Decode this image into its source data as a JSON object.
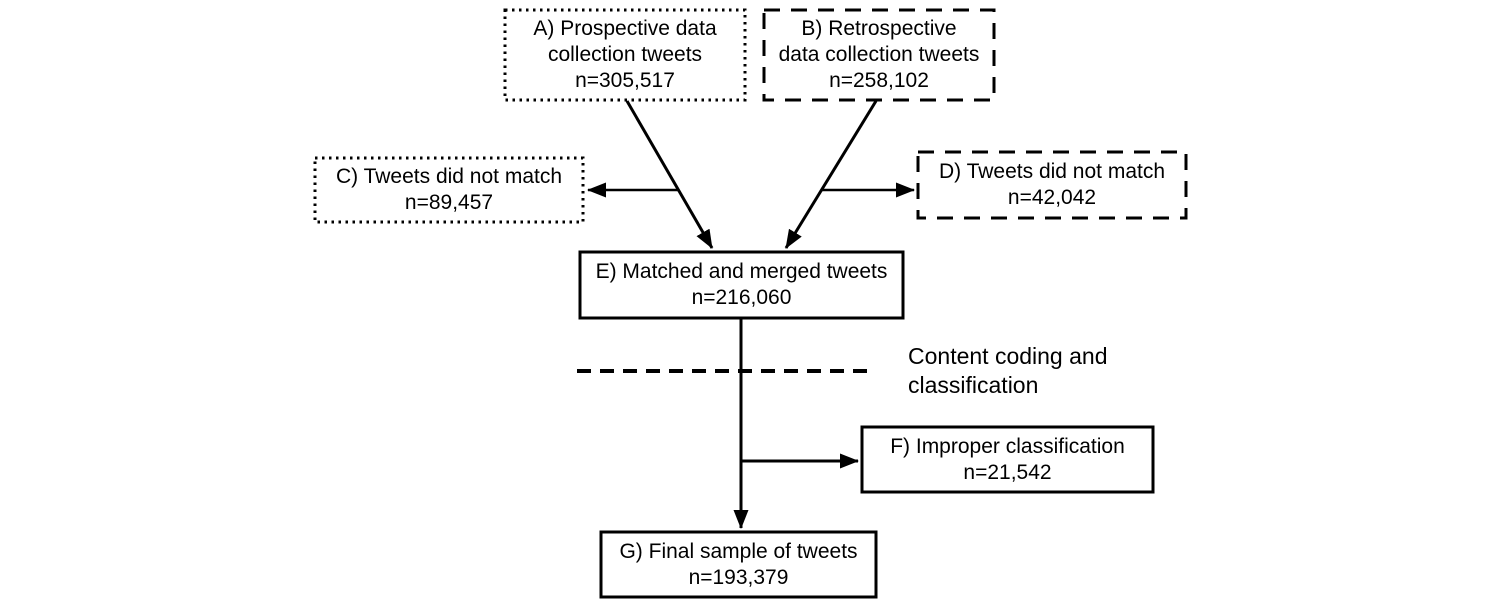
{
  "diagram": {
    "type": "flowchart",
    "background": "#ffffff",
    "line_color": "#000000",
    "text_color": "#000000",
    "boxes": [
      {
        "id": "A",
        "border": "dotted",
        "lines": [
          "A) Prospective data",
          "collection tweets",
          "n=305,517"
        ]
      },
      {
        "id": "B",
        "border": "dashed",
        "lines": [
          "B) Retrospective",
          "data collection tweets",
          "n=258,102"
        ]
      },
      {
        "id": "C",
        "border": "dotted",
        "lines": [
          "C) Tweets did not match",
          "n=89,457"
        ]
      },
      {
        "id": "D",
        "border": "dashed",
        "lines": [
          "D) Tweets did not match",
          "n=42,042"
        ]
      },
      {
        "id": "E",
        "border": "solid",
        "lines": [
          "E) Matched and merged tweets",
          "n=216,060"
        ]
      },
      {
        "id": "F",
        "border": "solid",
        "lines": [
          "F) Improper classification",
          "n=21,542"
        ]
      },
      {
        "id": "G",
        "border": "solid",
        "lines": [
          "G) Final sample of tweets",
          "n=193,379"
        ]
      }
    ],
    "edges": [
      {
        "from": "A",
        "to": "E"
      },
      {
        "from": "B",
        "to": "E"
      },
      {
        "from": "A",
        "to": "C"
      },
      {
        "from": "B",
        "to": "D"
      },
      {
        "from": "E",
        "to": "F"
      },
      {
        "from": "E",
        "to": "G"
      }
    ],
    "phase_label": "Content coding and classification"
  }
}
